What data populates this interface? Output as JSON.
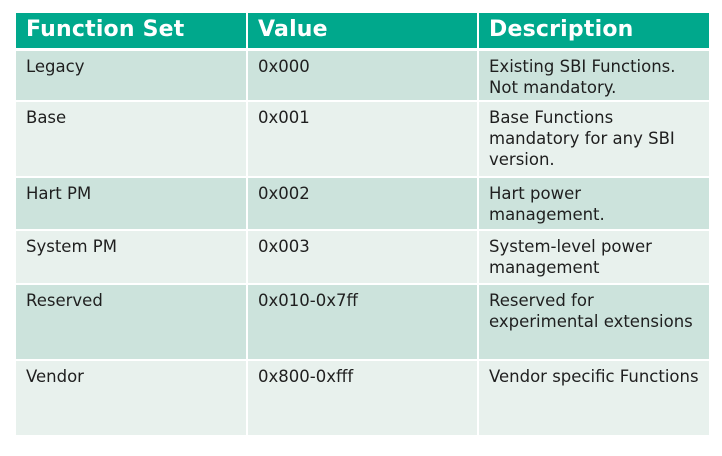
{
  "table": {
    "headers": [
      "Function Set",
      "Value",
      "Description"
    ],
    "rows": [
      [
        "Legacy",
        "0x000",
        "Existing SBI Functions. Not mandatory."
      ],
      [
        "Base",
        "0x001",
        "Base Functions mandatory for any SBI version."
      ],
      [
        "Hart PM",
        "0x002",
        "Hart power management."
      ],
      [
        "System PM",
        "0x003",
        "System-level power management"
      ],
      [
        "Reserved",
        "0x010-0x7ff",
        "Reserved for experimental extensions"
      ],
      [
        "Vendor",
        "0x800-0xfff",
        "Vendor specific Functions"
      ]
    ]
  },
  "colors": {
    "header_bg": "#00a88c",
    "row_odd_bg": "#cce3dc",
    "row_even_bg": "#e8f1ed"
  }
}
